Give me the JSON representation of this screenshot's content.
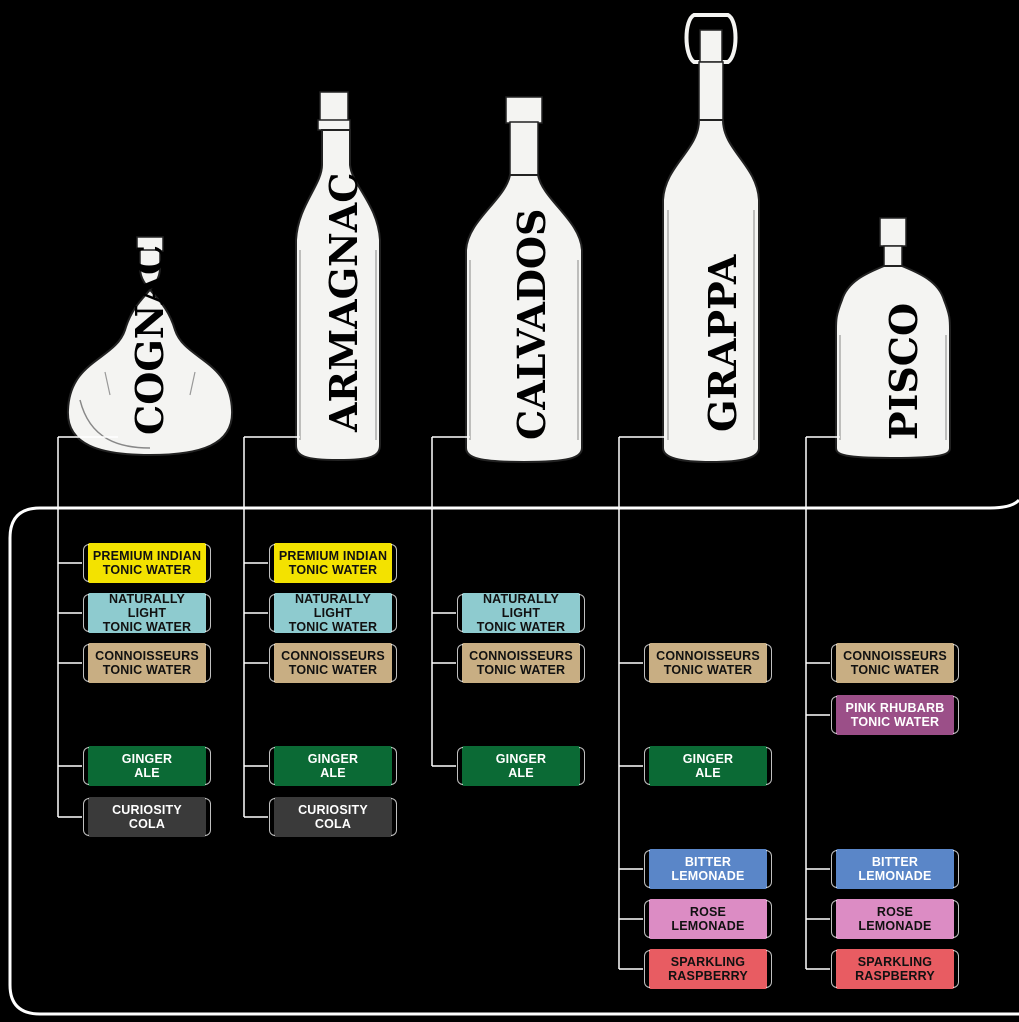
{
  "spirits": [
    {
      "name": "COGNAC",
      "mixers": [
        {
          "label": "PREMIUM INDIAN\nTONIC WATER",
          "color": "#f3e200",
          "text_color": "#111111"
        },
        {
          "label": "NATURALLY LIGHT\nTONIC WATER",
          "color": "#8ecbcf",
          "text_color": "#111111"
        },
        {
          "label": "CONNOISSEURS\nTONIC WATER",
          "color": "#c8ae83",
          "text_color": "#111111"
        },
        {
          "label": "GINGER\nALE",
          "color": "#0b6a35",
          "text_color": "#ffffff"
        },
        {
          "label": "CURIOSITY\nCOLA",
          "color": "#3a3a3a",
          "text_color": "#ffffff"
        }
      ]
    },
    {
      "name": "ARMAGNAC",
      "mixers": [
        {
          "label": "PREMIUM INDIAN\nTONIC WATER",
          "color": "#f3e200",
          "text_color": "#111111"
        },
        {
          "label": "NATURALLY LIGHT\nTONIC WATER",
          "color": "#8ecbcf",
          "text_color": "#111111"
        },
        {
          "label": "CONNOISSEURS\nTONIC WATER",
          "color": "#c8ae83",
          "text_color": "#111111"
        },
        {
          "label": "GINGER\nALE",
          "color": "#0b6a35",
          "text_color": "#ffffff"
        },
        {
          "label": "CURIOSITY\nCOLA",
          "color": "#3a3a3a",
          "text_color": "#ffffff"
        }
      ]
    },
    {
      "name": "CALVADOS",
      "mixers": [
        {
          "label": "NATURALLY LIGHT\nTONIC WATER",
          "color": "#8ecbcf",
          "text_color": "#111111"
        },
        {
          "label": "CONNOISSEURS\nTONIC WATER",
          "color": "#c8ae83",
          "text_color": "#111111"
        },
        {
          "label": "GINGER\nALE",
          "color": "#0b6a35",
          "text_color": "#ffffff"
        }
      ]
    },
    {
      "name": "GRAPPA",
      "mixers": [
        {
          "label": "CONNOISSEURS\nTONIC WATER",
          "color": "#c8ae83",
          "text_color": "#111111"
        },
        {
          "label": "GINGER\nALE",
          "color": "#0b6a35",
          "text_color": "#ffffff"
        },
        {
          "label": "BITTER\nLEMONADE",
          "color": "#5a86c8",
          "text_color": "#ffffff"
        },
        {
          "label": "ROSE\nLEMONADE",
          "color": "#dc8cc4",
          "text_color": "#111111"
        },
        {
          "label": "SPARKLING\nRASPBERRY",
          "color": "#e85c62",
          "text_color": "#111111"
        }
      ]
    },
    {
      "name": "PISCO",
      "mixers": [
        {
          "label": "CONNOISSEURS\nTONIC WATER",
          "color": "#c8ae83",
          "text_color": "#111111"
        },
        {
          "label": "PINK RHUBARB\nTONIC WATER",
          "color": "#9b4f88",
          "text_color": "#ffffff"
        },
        {
          "label": "BITTER\nLEMONADE",
          "color": "#5a86c8",
          "text_color": "#ffffff"
        },
        {
          "label": "ROSE\nLEMONADE",
          "color": "#dc8cc4",
          "text_color": "#111111"
        },
        {
          "label": "SPARKLING\nRASPBERRY",
          "color": "#e85c62",
          "text_color": "#111111"
        }
      ]
    }
  ],
  "colors": {
    "background": "#000000",
    "line": "#ffffff",
    "bottle_fill": "#f4f4f2"
  }
}
